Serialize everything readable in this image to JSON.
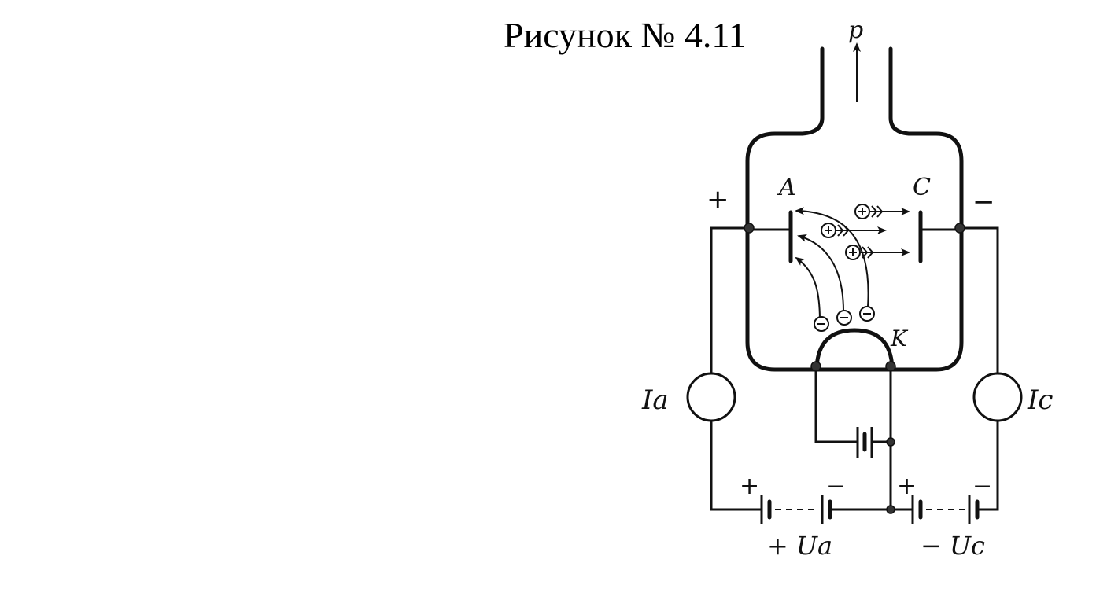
{
  "figure": {
    "title": "Рисунок № 4.11"
  },
  "labels": {
    "pump": "p",
    "anode": "A",
    "collector": "C",
    "cathode": "K",
    "anode_current": "Ia",
    "collector_current": "Ic",
    "anode_voltage": "+ Ua",
    "collector_voltage": "− Uc",
    "plus_sign": "+",
    "minus_sign": "−"
  },
  "colors": {
    "ink": "#111111",
    "background": "#ffffff"
  }
}
